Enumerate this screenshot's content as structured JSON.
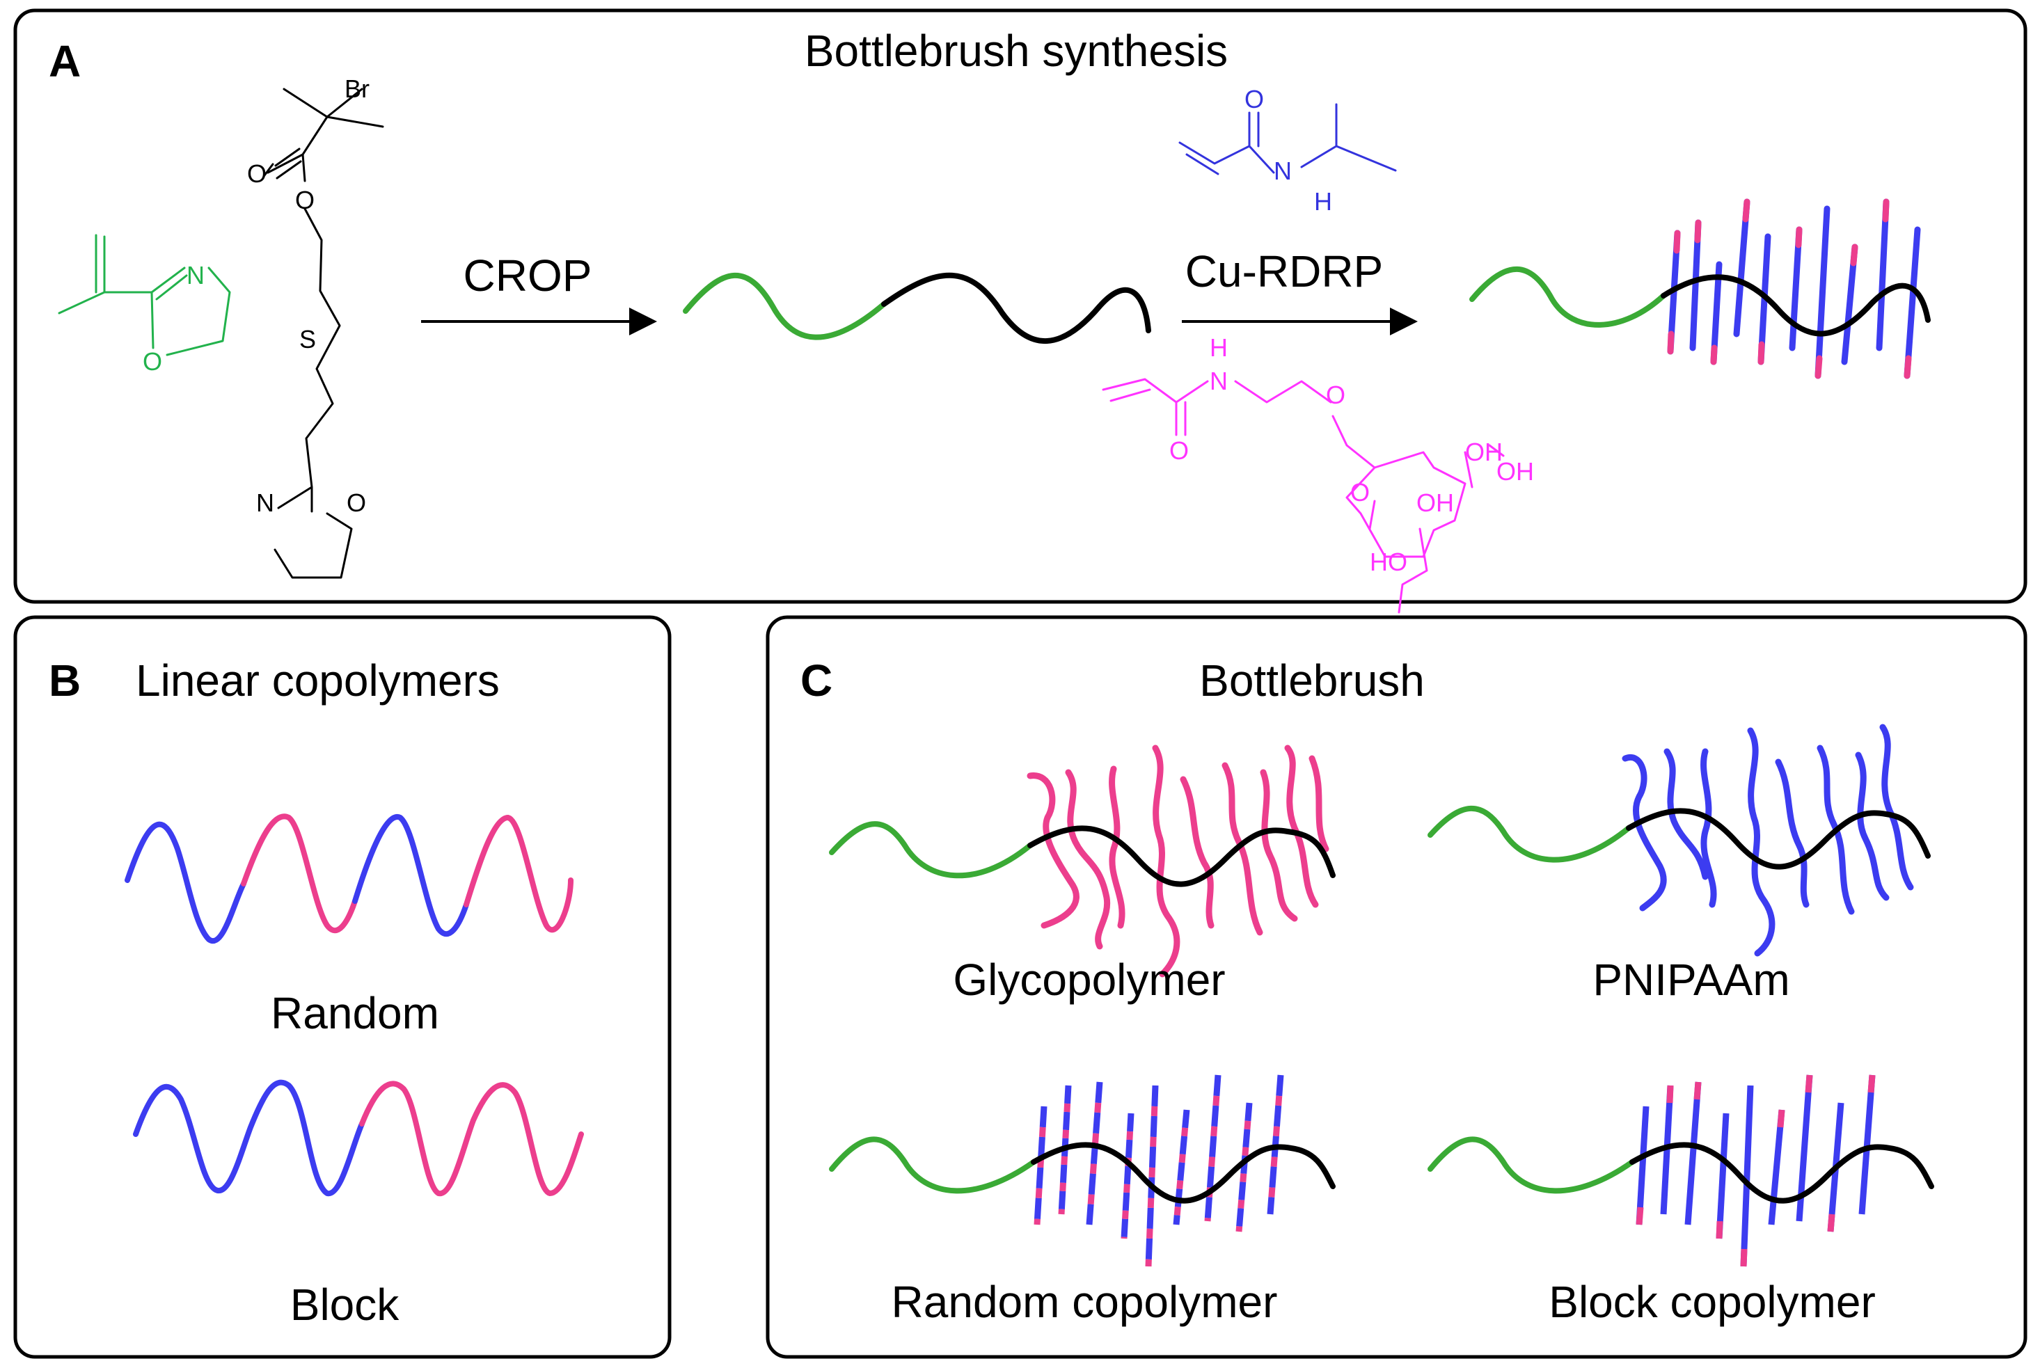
{
  "colors": {
    "green": "#3aaa35",
    "black": "#000000",
    "blue": "#3c3cf0",
    "pink": "#ec3e8d",
    "green_chem": "#22b24c",
    "blue_chem": "#3333dd",
    "pink_chem": "#ff33ff"
  },
  "panel_a": {
    "letter": "A",
    "title": "Bottlebrush synthesis",
    "arrow1_label": "CROP",
    "arrow2_label": "Cu-RDRP",
    "atoms": {
      "br": "Br",
      "o_carbonyl": "O",
      "o_ester": "O",
      "s": "S",
      "n_ring": "N",
      "o_ring": "O",
      "n_green": "N",
      "o_green": "O",
      "o_nipam": "O",
      "n_nipam": "N",
      "h_nipam": "H",
      "h_glyco": "H",
      "n_glyco": "N",
      "o_glyco_amide": "O",
      "o_glyco_ether": "O",
      "o_glyco_ring": "O",
      "oh1": "OH",
      "oh2": "OH",
      "oh3": "OH",
      "ho": "HO"
    }
  },
  "panel_b": {
    "letter": "B",
    "title": "Linear copolymers",
    "random_label": "Random",
    "block_label": "Block"
  },
  "panel_c": {
    "letter": "C",
    "title": "Bottlebrush",
    "glyco_label": "Glycopolymer",
    "pnipaam_label": "PNIPAAm",
    "random_label": "Random copolymer",
    "block_label": "Block copolymer"
  }
}
